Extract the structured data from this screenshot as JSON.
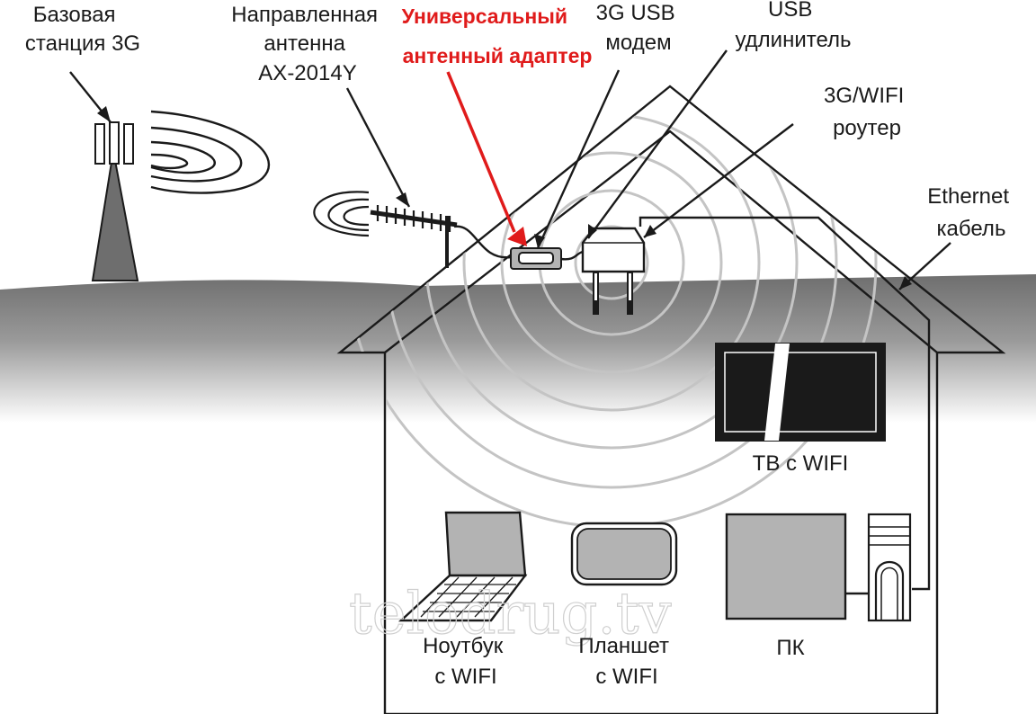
{
  "labels": {
    "base_station": [
      "Базовая",
      "станция 3G"
    ],
    "directional_antenna": [
      "Направленная",
      "антенна",
      "AX-2014Y"
    ],
    "universal_adapter": [
      "Универсальный",
      "антенный адаптер"
    ],
    "usb_modem": [
      "3G USB",
      "модем"
    ],
    "usb_extender": [
      "USB",
      "удлинитель"
    ],
    "router": [
      "3G/WIFI",
      "роутер"
    ],
    "ethernet_cable": [
      "Ethernet",
      "кабель"
    ],
    "tv": "ТВ с WIFI",
    "laptop": [
      "Ноутбук",
      "с WIFI"
    ],
    "tablet": [
      "Планшет",
      "с WIFI"
    ],
    "pc": "ПК"
  },
  "watermark": "telodrug.tv",
  "colors": {
    "outline": "#1a1a1a",
    "highlight": "#e01b1b",
    "ground": "#8a8a8a",
    "device_fill": "#b3b3b3",
    "wave": "#c4c4c4"
  },
  "icons": [
    "tower-icon",
    "antenna-icon",
    "adapter-icon",
    "modem-icon",
    "router-icon",
    "tv-icon",
    "laptop-icon",
    "tablet-icon",
    "monitor-icon",
    "pc-case-icon"
  ]
}
